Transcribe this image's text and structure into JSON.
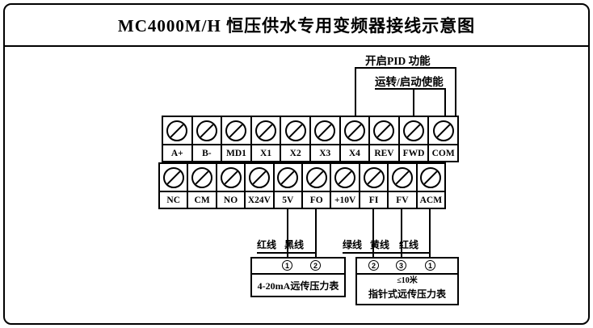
{
  "frame": {
    "title": "MC4000M/H 恒压供水专用变频器接线示意图"
  },
  "annotations": {
    "pid_label": "开启PID 功能",
    "run_enable_label": "运转/启动使能"
  },
  "terminal_row_top": {
    "labels": [
      "A+",
      "B-",
      "MD1",
      "X1",
      "X2",
      "X3",
      "X4",
      "REV",
      "FWD",
      "COM"
    ]
  },
  "terminal_row_bottom": {
    "labels": [
      "NC",
      "CM",
      "NO",
      "X24V",
      "5V",
      "FO",
      "+10V",
      "FI",
      "FV",
      "ACM"
    ]
  },
  "wire_labels": {
    "w1": "红线",
    "w2": "黑线",
    "w3": "绿线",
    "w4": "黄线",
    "w5": "红线"
  },
  "gauge_420": {
    "terminals": [
      "1",
      "2"
    ],
    "label": "4-20mA远传压力表"
  },
  "gauge_pointer": {
    "terminals": [
      "2",
      "3",
      "1"
    ],
    "distance_note": "≤10米",
    "label": "指针式远传压力表"
  }
}
